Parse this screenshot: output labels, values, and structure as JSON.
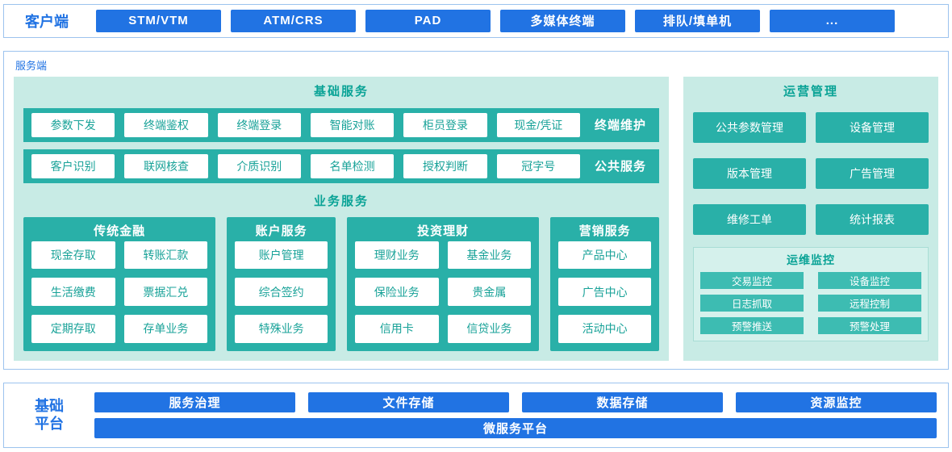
{
  "colors": {
    "blue": "#2173e3",
    "teal": "#29b0a8",
    "mint": "#c8ebe5",
    "teal_text": "#18a298"
  },
  "client": {
    "label": "客户端",
    "terminals": [
      "STM/VTM",
      "ATM/CRS",
      "PAD",
      "多媒体终端",
      "排队/填单机",
      "..."
    ]
  },
  "server": {
    "label": "服务端",
    "basic": {
      "title": "基础服务",
      "rows": [
        {
          "cells": [
            "参数下发",
            "终端鉴权",
            "终端登录",
            "智能对账",
            "柜员登录",
            "现金/凭证"
          ],
          "tag": "终端维护"
        },
        {
          "cells": [
            "客户识别",
            "联网核查",
            "介质识别",
            "名单检测",
            "授权判断",
            "冠字号"
          ],
          "tag": "公共服务"
        }
      ]
    },
    "business": {
      "title": "业务服务",
      "groups": [
        {
          "title": "传统金融",
          "cells": [
            "现金存取",
            "转账汇款",
            "生活缴费",
            "票据汇兑",
            "定期存取",
            "存单业务"
          ]
        },
        {
          "title": "账户服务",
          "cells": [
            "账户管理",
            "综合签约",
            "特殊业务"
          ]
        },
        {
          "title": "投资理财",
          "cells": [
            "理财业务",
            "基金业务",
            "保险业务",
            "贵金属",
            "信用卡",
            "信贷业务"
          ]
        },
        {
          "title": "营销服务",
          "cells": [
            "产品中心",
            "广告中心",
            "活动中心"
          ]
        }
      ]
    },
    "operation": {
      "title": "运营管理",
      "buttons": [
        "公共参数管理",
        "设备管理",
        "版本管理",
        "广告管理",
        "维修工单",
        "统计报表"
      ],
      "monitor": {
        "title": "运维监控",
        "cells": [
          "交易监控",
          "设备监控",
          "日志抓取",
          "远程控制",
          "预警推送",
          "预警处理"
        ]
      }
    }
  },
  "platform": {
    "label_line1": "基础",
    "label_line2": "平台",
    "services": [
      "服务治理",
      "文件存储",
      "数据存储",
      "资源监控"
    ],
    "bottom": "微服务平台"
  }
}
